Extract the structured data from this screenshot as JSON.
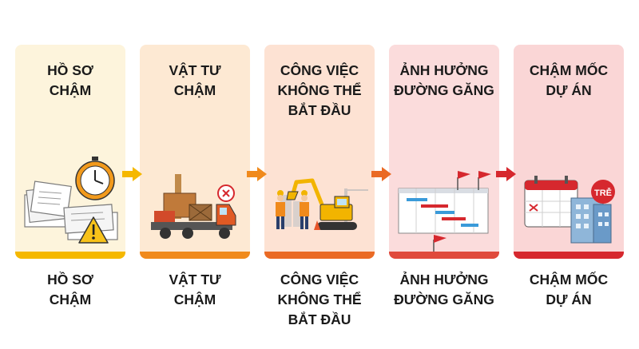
{
  "steps": [
    {
      "title": "HỒ SƠ\nCHẬM",
      "caption": "HỒ SƠ\nCHẬM",
      "bg": "#fdf4dc",
      "accent": "#f5b800"
    },
    {
      "title": "VẬT TƯ\nCHẬM",
      "caption": "VẬT TƯ\nCHẬM",
      "bg": "#fde9d3",
      "accent": "#f08a1c"
    },
    {
      "title": "CÔNG VIỆC\nKHÔNG THỂ\nBẮT ĐẦU",
      "caption": "CÔNG VIỆC\nKHÔNG THỂ\nBẮT ĐẦU",
      "bg": "#fde2d3",
      "accent": "#ea6a24"
    },
    {
      "title": "ẢNH HƯỞNG\nĐƯỜNG GĂNG",
      "caption": "ẢNH HƯỞNG\nĐƯỜNG GĂNG",
      "bg": "#fbdcdc",
      "accent": "#e04a3c"
    },
    {
      "title": "CHẬM MỐC\nDỰ ÁN",
      "caption": "CHẬM MỐC\nDỰ ÁN",
      "bg": "#fad6d6",
      "accent": "#d6282e"
    }
  ],
  "late_badge": "TRỄ",
  "arrow_colors": [
    "#f5b800",
    "#f08a1c",
    "#ea6a24",
    "#d6282e"
  ],
  "icons": [
    "documents-clock-warning-icon",
    "truck-materials-cancel-icon",
    "excavator-workers-icon",
    "gantt-chart-flags-icon",
    "calendar-building-late-icon"
  ]
}
